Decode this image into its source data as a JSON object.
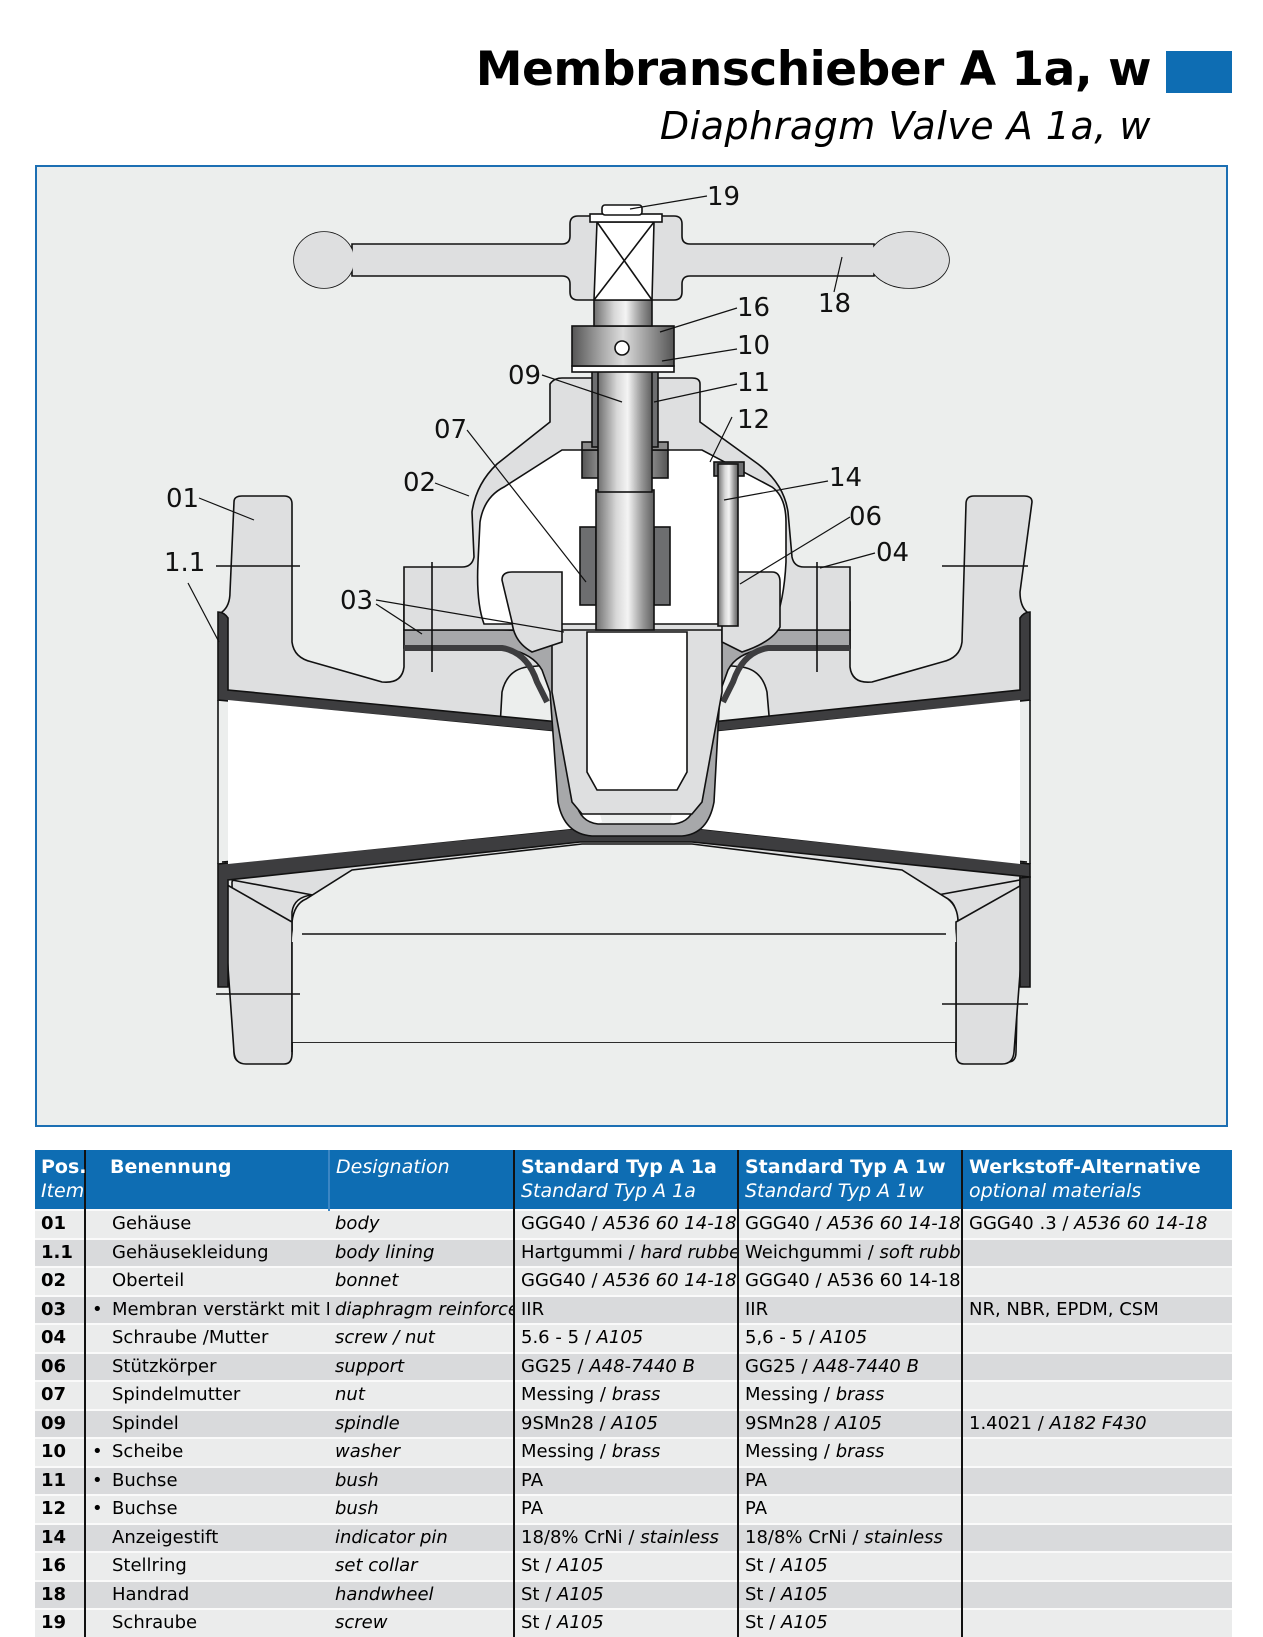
{
  "header": {
    "title": "Membranschieber A 1a, w",
    "subtitle": "Diaphragm Valve A 1a, w",
    "accent_color": "#0e6db3"
  },
  "drawing": {
    "callouts": {
      "c19": "19",
      "c18": "18",
      "c16": "16",
      "c10": "10",
      "c09": "09",
      "c11": "11",
      "c12": "12",
      "c07": "07",
      "c02": "02",
      "c14": "14",
      "c06": "06",
      "c04": "04",
      "c01": "01",
      "c11b": "1.1",
      "c03": "03"
    }
  },
  "table": {
    "headers": {
      "pos": "Pos.",
      "pos_en": "Item",
      "name_de": "Benennung",
      "name_en": "Designation",
      "std_1a": "Standard Typ A 1a",
      "std_1a_en": "Standard Typ A 1a",
      "std_1w": "Standard Typ A 1w",
      "std_1w_en": "Standard Typ A 1w",
      "alt": "Werkstoff-Alternative",
      "alt_en": "optional materials"
    },
    "rows": [
      {
        "pos": "01",
        "bullet": "",
        "de": "Gehäuse",
        "en": "body",
        "a1": "GGG40",
        "a1i": "A536 60 14-18",
        "w1": "GGG40",
        "w1i": "A536 60 14-18",
        "alt": "GGG40 .3",
        "alti": "A536 60 14-18"
      },
      {
        "pos": "1.1",
        "bullet": "",
        "de": "Gehäusekleidung",
        "en": "body lining",
        "a1": "Hartgummi",
        "a1i": "hard rubber",
        "w1": "Weichgummi",
        "w1i": "soft rubber",
        "alt": "",
        "alti": ""
      },
      {
        "pos": "02",
        "bullet": "",
        "de": "Oberteil",
        "en": "bonnet",
        "a1": "GGG40",
        "a1i": "A536 60 14-18",
        "w1": "GGG40 / A536 60 14-18",
        "w1i": "",
        "alt": "",
        "alti": ""
      },
      {
        "pos": "03",
        "bullet": "•",
        "de": "Membran verstärkt mit Keil",
        "en": "diaphragm reinforced",
        "a1": "IIR",
        "a1i": "",
        "w1": "IIR",
        "w1i": "",
        "alt": "NR, NBR, EPDM, CSM",
        "alti": ""
      },
      {
        "pos": "04",
        "bullet": "",
        "de": "Schraube /Mutter",
        "en": "screw / nut",
        "a1": "5.6 - 5",
        "a1i": "A105",
        "w1": "5,6 - 5",
        "w1i": "A105",
        "alt": "",
        "alti": ""
      },
      {
        "pos": "06",
        "bullet": "",
        "de": "Stützkörper",
        "en": "support",
        "a1": "GG25",
        "a1i": "A48-7440 B",
        "w1": "GG25",
        "w1i": "A48-7440 B",
        "alt": "",
        "alti": ""
      },
      {
        "pos": "07",
        "bullet": "",
        "de": "Spindelmutter",
        "en": "nut",
        "a1": "Messing",
        "a1i": "brass",
        "w1": "Messing",
        "w1i": "brass",
        "alt": "",
        "alti": ""
      },
      {
        "pos": "09",
        "bullet": "",
        "de": "Spindel",
        "en": "spindle",
        "a1": "9SMn28",
        "a1i": "A105",
        "w1": "9SMn28",
        "w1i": "A105",
        "alt": "1.4021",
        "alti": "A182 F430"
      },
      {
        "pos": "10",
        "bullet": "•",
        "de": "Scheibe",
        "en": "washer",
        "a1": "Messing",
        "a1i": "brass",
        "w1": "Messing",
        "w1i": "brass",
        "alt": "",
        "alti": ""
      },
      {
        "pos": "11",
        "bullet": "•",
        "de": "Buchse",
        "en": "bush",
        "a1": "PA",
        "a1i": "",
        "w1": "PA",
        "w1i": "",
        "alt": "",
        "alti": ""
      },
      {
        "pos": "12",
        "bullet": "•",
        "de": "Buchse",
        "en": "bush",
        "a1": "PA",
        "a1i": "",
        "w1": "PA",
        "w1i": "",
        "alt": "",
        "alti": ""
      },
      {
        "pos": "14",
        "bullet": "",
        "de": "Anzeigestift",
        "en": "indicator pin",
        "a1": "18/8% CrNi",
        "a1i": "stainless",
        "w1": "18/8% CrNi",
        "w1i": "stainless",
        "alt": "",
        "alti": ""
      },
      {
        "pos": "16",
        "bullet": "",
        "de": "Stellring",
        "en": "set collar",
        "a1": "St",
        "a1i": "A105",
        "w1": "St",
        "w1i": "A105",
        "alt": "",
        "alti": ""
      },
      {
        "pos": "18",
        "bullet": "",
        "de": "Handrad",
        "en": "handwheel",
        "a1": "St",
        "a1i": "A105",
        "w1": "St",
        "w1i": "A105",
        "alt": "",
        "alti": ""
      },
      {
        "pos": "19",
        "bullet": "",
        "de": "Schraube",
        "en": "screw",
        "a1": "St",
        "a1i": "A105",
        "w1": "St",
        "w1i": "A105",
        "alt": "",
        "alti": ""
      }
    ]
  }
}
